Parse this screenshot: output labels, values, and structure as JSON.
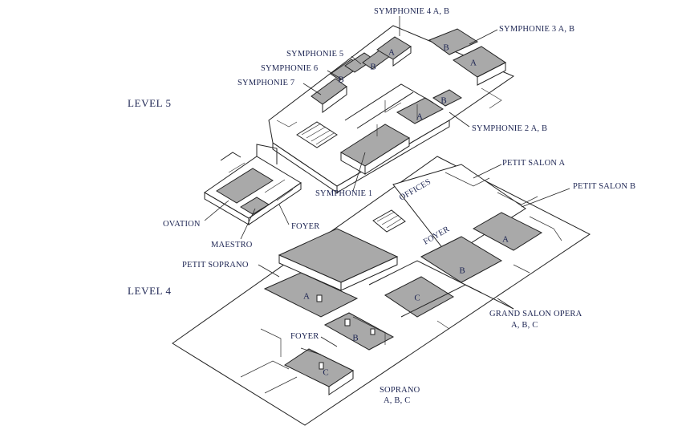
{
  "levels": {
    "level5": "LEVEL 5",
    "level4": "LEVEL 4"
  },
  "labels": {
    "symphonie_4ab": "SYMPHONIE 4 A, B",
    "symphonie_3ab": "SYMPHONIE 3 A, B",
    "symphonie_5": "SYMPHONIE 5",
    "symphonie_6": "SYMPHONIE 6",
    "symphonie_7": "SYMPHONIE 7",
    "symphonie_2ab": "SYMPHONIE 2 A, B",
    "symphonie_1": "SYMPHONIE 1",
    "petit_salon_a": "PETIT SALON A",
    "petit_salon_b": "PETIT SALON B",
    "offices": "OFFICES",
    "ovation": "OVATION",
    "foyer_upper": "FOYER",
    "maestro": "MAESTRO",
    "petit_soprano": "PETIT SOPRANO",
    "foyer_level4": "FOYER",
    "foyer_lower": "FOYER",
    "grand_salon_opera_1": "GRAND SALON OPERA",
    "grand_salon_opera_2": "A, B, C",
    "soprano_1": "SOPRANO",
    "soprano_2": "A, B, C"
  },
  "room_letters": {
    "s4a": "A",
    "s4b": "B",
    "s3b": "B",
    "s3a": "A",
    "s6b": "B",
    "s2a": "A",
    "s2b": "B",
    "opera_a": "A",
    "opera_b": "B",
    "opera_c": "C",
    "soprano_a": "A",
    "soprano_b": "B",
    "soprano_c": "C"
  }
}
